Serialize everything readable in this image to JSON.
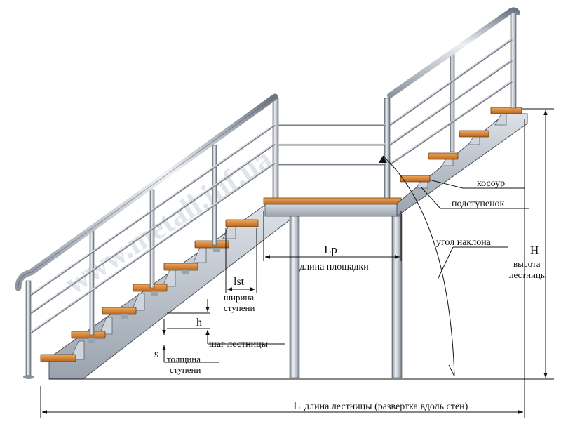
{
  "watermark": "www.metall.inf.ua",
  "labels": {
    "stringer": "косоур",
    "riser": "подступенок",
    "angle": "угол наклона",
    "H_symbol": "H",
    "H_caption_1": "высота",
    "H_caption_2": "лестницы",
    "Lp_symbol": "Lp",
    "Lp_caption": "длина площадки",
    "lst_symbol": "lst",
    "lst_caption_1": "ширина",
    "lst_caption_2": "ступени",
    "h_symbol": "h",
    "h_caption": "шаг лестницы",
    "s_symbol": "s",
    "s_caption_1": "толщина",
    "s_caption_2": "ступени",
    "L_symbol": "L",
    "L_caption": "длина лестницы (развертка вдоль стен)"
  },
  "colors": {
    "wood": "#d9893a",
    "wood_dark": "#8a4a12",
    "steel_light": "#eef1f5",
    "steel_mid": "#b7bec8",
    "steel_dark": "#6d7682",
    "line": "#111111"
  }
}
